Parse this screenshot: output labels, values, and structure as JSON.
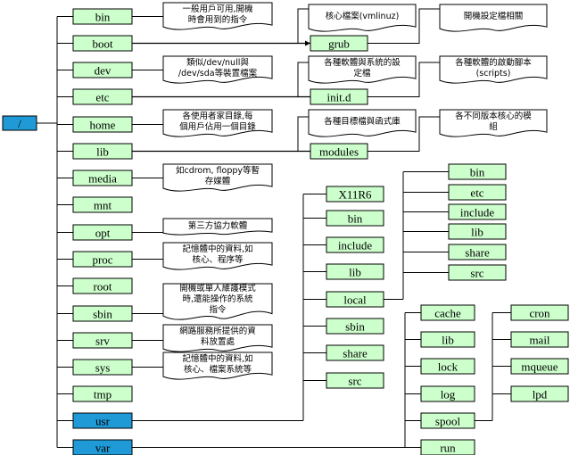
{
  "root": {
    "label": "/"
  },
  "level1": [
    "bin",
    "boot",
    "dev",
    "etc",
    "home",
    "lib",
    "media",
    "mnt",
    "opt",
    "proc",
    "root",
    "sbin",
    "srv",
    "sys",
    "tmp",
    "usr",
    "var"
  ],
  "boot_child": "grub",
  "etc_child": "init.d",
  "lib_child": "modules",
  "usr_children": [
    "X11R6",
    "bin",
    "include",
    "lib",
    "local",
    "sbin",
    "share",
    "src"
  ],
  "local_children": [
    "bin",
    "etc",
    "include",
    "lib",
    "share",
    "src"
  ],
  "var_children": [
    "cache",
    "lib",
    "lock",
    "log",
    "spool",
    "run"
  ],
  "spool_children": [
    "cron",
    "mail",
    "mqueue",
    "lpd"
  ],
  "notes": {
    "bin": [
      "一般用戶可用,開機",
      "時會用到的指令"
    ],
    "dev": [
      "類似/dev/null與",
      "/dev/sda等裝置檔案"
    ],
    "home": [
      "各使用者家目錄,每",
      "個用戶佔用一個目錄"
    ],
    "media": [
      "如cdrom, floppy等暫",
      "存媒體"
    ],
    "opt": [
      "第三方協力軟體"
    ],
    "proc": [
      "記憶體中的資料,如",
      "核心、程序等"
    ],
    "sbin": [
      "開機或單人維護模式",
      "時,還能操作的系統",
      "指令"
    ],
    "srv": [
      "網路服務所提供的資",
      "料放置處"
    ],
    "sys": [
      "記憶體中的資料,如",
      "核心、檔案系統等"
    ],
    "vmlinuz": [
      "核心檔案(vmlinuz)"
    ],
    "grub": [
      "開機設定檔相關"
    ],
    "etc": [
      "各種軟體與系統的設",
      "定檔"
    ],
    "initd": [
      "各種軟體的啟動腳本",
      "(scripts)"
    ],
    "lib": [
      "各種目標檔與函式庫"
    ],
    "modules": [
      "各不同版本核心的模",
      "組"
    ]
  }
}
